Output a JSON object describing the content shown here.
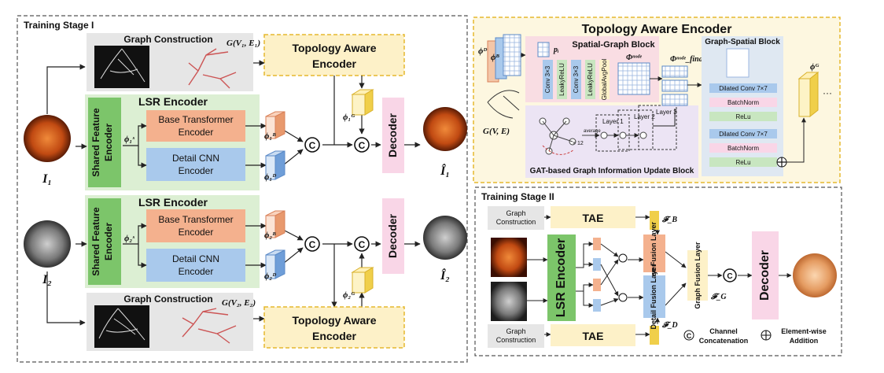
{
  "stage1": {
    "title": "Training Stage I",
    "graph_construction_top": "Graph Construction",
    "graph_label_top": "G(V₁, E₁)",
    "tae_top": [
      "Topology Aware",
      "Encoder"
    ],
    "lsr_top": "LSR Encoder",
    "shared_top": [
      "Shared Feature",
      "Encoder"
    ],
    "phi_s1": "ϕ₁ˢ",
    "base_top": [
      "Base Transformer",
      "Encoder"
    ],
    "detail_top": [
      "Detail CNN",
      "Encoder"
    ],
    "phi_b1": "ϕ₁ᴮ",
    "phi_d1": "ϕ₁ᴰ",
    "phi_g1": "ϕ₁ᴳ",
    "decoder_top": "Decoder",
    "input1": "I₁",
    "output1": "Î₁",
    "lsr_bot": "LSR Encoder",
    "shared_bot": [
      "Shared Feature",
      "Encoder"
    ],
    "phi_s2": "ϕ₂ˢ",
    "base_bot": [
      "Base Transformer",
      "Encoder"
    ],
    "detail_bot": [
      "Detail CNN",
      "Encoder"
    ],
    "phi_b2": "ϕ₂ᴮ",
    "phi_d2": "ϕ₂ᴰ",
    "phi_g2": "ϕ₂ᴳ",
    "decoder_bot": "Decoder",
    "input2": "I₂",
    "output2": "Î₂",
    "graph_construction_bot": "Graph Construction",
    "graph_label_bot": "G(V₂, E₂)",
    "tae_bot": [
      "Topology Aware",
      "Encoder"
    ],
    "concat_symbol": "C"
  },
  "tae_detail": {
    "title": "Topology Aware Encoder",
    "phi_d": "ϕᴰ",
    "phi_b": "ϕᴮ",
    "spatial_graph_block": "Spatial-Graph Block",
    "p_i": "pᵢ",
    "conv1": "Conv 3×3",
    "leaky1": "LeakyReLU",
    "conv2": "Conv 3×3",
    "leaky2": "LeakyReLU",
    "gap": "GlobalAvgPool",
    "phi_node": "Φⁿᵒᵈᵉ",
    "phi_node_final": "Φⁿᵒᵈᵉ_final",
    "graph_label": "G(V, E)",
    "layer1": "Layer 1",
    "layer2": "Layer 2",
    "layer3": "Layer 3",
    "x12": "× 12",
    "average": "average",
    "gat_block": "GAT-based Graph Information Update Block",
    "graph_spatial_block": "Graph-Spatial Block",
    "dil1": "Dilated Conv 7×7",
    "bn1": "BatchNorm",
    "relu1": "ReLu",
    "dil2": "Dilated Conv 7×7",
    "bn2": "BatchNorm",
    "relu2": "ReLu",
    "phi_g": "ϕᴳ",
    "ellipsis": "···"
  },
  "stage2": {
    "title": "Training Stage II",
    "graph_construction_top": [
      "Graph",
      "Construction"
    ],
    "tae_top": "TAE",
    "lsr": "LSR Encoder",
    "graph_construction_bot": [
      "Graph",
      "Construction"
    ],
    "tae_bot": "TAE",
    "fb": "𝓕_B",
    "fd": "𝓕_D",
    "fg": "𝓕_G",
    "base_fusion": "Base Fusion Layer",
    "detail_fusion": "Detail Fusion Layer",
    "graph_fusion": "Graph Fusion Layer",
    "decoder": "Decoder",
    "legend_c_symbol": "C",
    "legend_c": [
      "Channel",
      "Concatenation"
    ],
    "legend_plus": [
      "Element-wise",
      "Addition"
    ]
  }
}
